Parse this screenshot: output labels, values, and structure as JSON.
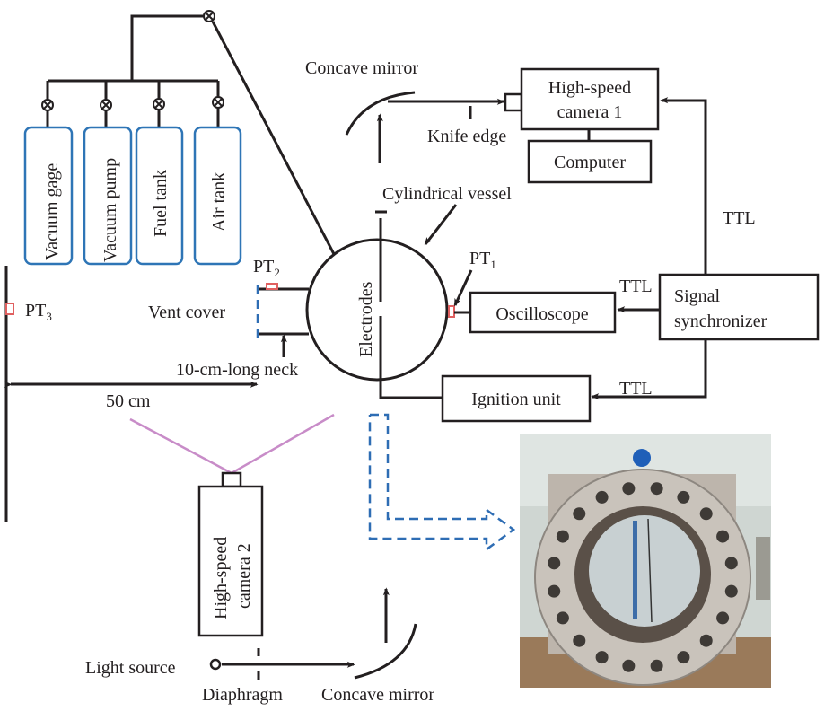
{
  "tanks": [
    "Vacuum gage",
    "Vacuum pump",
    "Fuel tank",
    "Air tank"
  ],
  "labels": {
    "concave_mirror_top": "Concave mirror",
    "knife_edge": "Knife edge",
    "camera1_line1": "High-speed",
    "camera1_line2": "camera 1",
    "computer": "Computer",
    "cylindrical_vessel": "Cylindrical vessel",
    "electrodes": "Electrodes",
    "pt1": "PT",
    "pt1_sub": "1",
    "pt2": "PT",
    "pt2_sub": "2",
    "pt3": "PT",
    "pt3_sub": "3",
    "vent_cover": "Vent cover",
    "neck": "10-cm-long neck",
    "distance": "50 cm",
    "oscilloscope": "Oscilloscope",
    "synchronizer_line1": "Signal",
    "synchronizer_line2": "synchronizer",
    "ttl_camera": "TTL",
    "ttl_oscilloscope": "TTL",
    "ttl_ignition": "TTL",
    "ignition_unit": "Ignition unit",
    "camera2_line1": "High-speed",
    "camera2_line2": "camera 2",
    "light_source": "Light source",
    "diaphragm": "Diaphragm",
    "concave_mirror_bottom": "Concave mirror"
  },
  "colors": {
    "line": "#231f20",
    "tank_border": "#2e75b6",
    "pressure_transducer": "#e06060",
    "vent_cover": "#2e6db4",
    "camera2_view": "#c88cc8"
  },
  "photo": {
    "bolt_count": 20
  }
}
